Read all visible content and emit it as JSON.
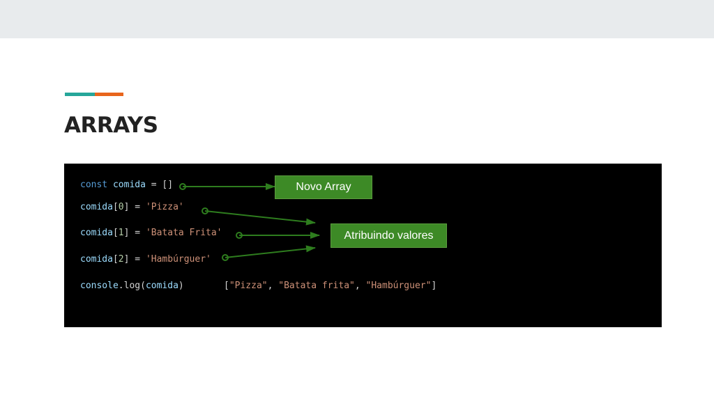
{
  "slide": {
    "title": "ARRAYS",
    "colors": {
      "accent_teal": "#26a69a",
      "accent_orange": "#e8651c",
      "title_text": "#222222",
      "code_background": "#000000",
      "label_box_fill": "#3d8a26",
      "arrow_green": "#2e7d1e"
    }
  },
  "code": {
    "colors": {
      "keyword": "#569cd6",
      "variable": "#9cdcfe",
      "plain": "#d4d4d4",
      "string": "#ce9178",
      "number": "#b5cea8",
      "output": "#d4d4d4"
    },
    "lines": [
      [
        {
          "text": "const",
          "role": "keyword"
        },
        {
          "text": " ",
          "role": "plain"
        },
        {
          "text": "comida",
          "role": "variable"
        },
        {
          "text": " = []",
          "role": "plain"
        }
      ],
      [
        {
          "text": "comida",
          "role": "variable"
        },
        {
          "text": "[",
          "role": "plain"
        },
        {
          "text": "0",
          "role": "number"
        },
        {
          "text": "] = ",
          "role": "plain"
        },
        {
          "text": "'Pizza'",
          "role": "string"
        }
      ],
      [
        {
          "text": "comida",
          "role": "variable"
        },
        {
          "text": "[",
          "role": "plain"
        },
        {
          "text": "1",
          "role": "number"
        },
        {
          "text": "] = ",
          "role": "plain"
        },
        {
          "text": "'Batata Frita'",
          "role": "string"
        }
      ],
      [
        {
          "text": "comida",
          "role": "variable"
        },
        {
          "text": "[",
          "role": "plain"
        },
        {
          "text": "2",
          "role": "number"
        },
        {
          "text": "] = ",
          "role": "plain"
        },
        {
          "text": "'Hambúrguer'",
          "role": "string"
        }
      ],
      [
        {
          "text": "console",
          "role": "variable"
        },
        {
          "text": ".",
          "role": "plain"
        },
        {
          "text": "log",
          "role": "plain"
        },
        {
          "text": "(",
          "role": "plain"
        },
        {
          "text": "comida",
          "role": "variable"
        },
        {
          "text": ")",
          "role": "plain"
        }
      ]
    ],
    "output": [
      {
        "text": "[",
        "role": "output"
      },
      {
        "text": "\"Pizza\"",
        "role": "string"
      },
      {
        "text": ", ",
        "role": "output"
      },
      {
        "text": "\"Batata frita\"",
        "role": "string"
      },
      {
        "text": ", ",
        "role": "output"
      },
      {
        "text": "\"Hambúrguer\"",
        "role": "string"
      },
      {
        "text": "]",
        "role": "output"
      }
    ]
  },
  "annotations": {
    "novo_array": "Novo Array",
    "atribuindo_valores": "Atribuindo valores"
  }
}
